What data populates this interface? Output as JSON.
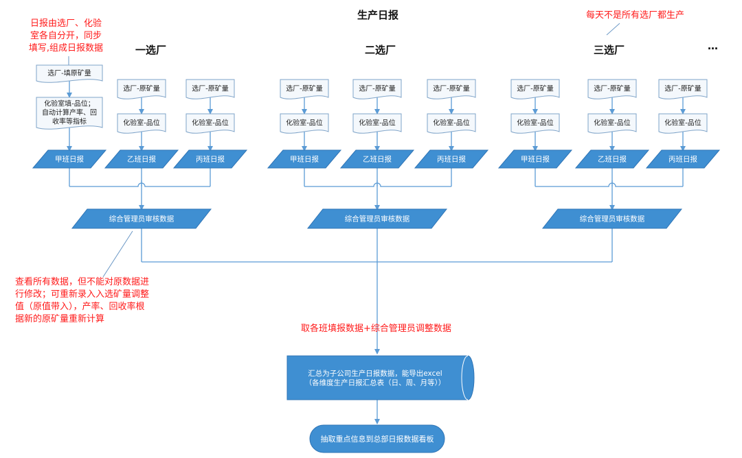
{
  "title": "生产日报",
  "top_note": "每天不是所有选厂都生产",
  "left_note": [
    "日报由选厂、化验",
    "室各自分开，同步",
    "填写,组成日报数据"
  ],
  "plants": [
    {
      "name": "一选厂",
      "columns": [
        {
          "doc1": [
            "选厂-填原矿量"
          ],
          "doc2": [
            "化验室填-品位；",
            "自动计算产率、回",
            "收率等指标"
          ],
          "report": "甲班日报"
        },
        {
          "doc1": [
            "选厂-原矿量"
          ],
          "doc2": [
            "化验室-品位"
          ],
          "report": "乙班日报"
        },
        {
          "doc1": [
            "选厂-原矿量"
          ],
          "doc2": [
            "化验室-品位"
          ],
          "report": "丙班日报"
        }
      ],
      "review": "综合管理员审核数据"
    },
    {
      "name": "二选厂",
      "columns": [
        {
          "doc1": [
            "选厂-原矿量"
          ],
          "doc2": [
            "化验室-品位"
          ],
          "report": "甲班日报"
        },
        {
          "doc1": [
            "选厂-原矿量"
          ],
          "doc2": [
            "化验室-品位"
          ],
          "report": "乙班日报"
        },
        {
          "doc1": [
            "选厂-原矿量"
          ],
          "doc2": [
            "化验室-品位"
          ],
          "report": "丙班日报"
        }
      ],
      "review": "综合管理员审核数据"
    },
    {
      "name": "三选厂",
      "columns": [
        {
          "doc1": [
            "选厂-原矿量"
          ],
          "doc2": [
            "化验室-品位"
          ],
          "report": "甲班日报"
        },
        {
          "doc1": [
            "选厂-原矿量"
          ],
          "doc2": [
            "化验室-品位"
          ],
          "report": "乙班日报"
        },
        {
          "doc1": [
            "选厂-原矿量"
          ],
          "doc2": [
            "化验室-品位"
          ],
          "report": "丙班日报"
        }
      ],
      "review": "综合管理员审核数据"
    }
  ],
  "ellipsis": "…",
  "review_note": [
    "查看所有数据，但不能对原数据进",
    "行修改；可重新录入入选矿量调整",
    "值（原值带入），产率、回收率根",
    "据新的原矿量重新计算"
  ],
  "merge_label": "取各班填报数据+综合管理员调整数据",
  "summary": [
    "汇总为子公司生产日报数据，能导出excel",
    "（各维度生产日报汇总表（日、周、月等））"
  ],
  "final": "抽取重点信息到总部日报数据看板",
  "colors": {
    "shape_fill": "#3f8fd2",
    "doc_fill": "#f4f8fc",
    "doc_stroke": "#7ea3c8",
    "line": "#5b9bd5",
    "note_red": "#ff1a1a"
  }
}
